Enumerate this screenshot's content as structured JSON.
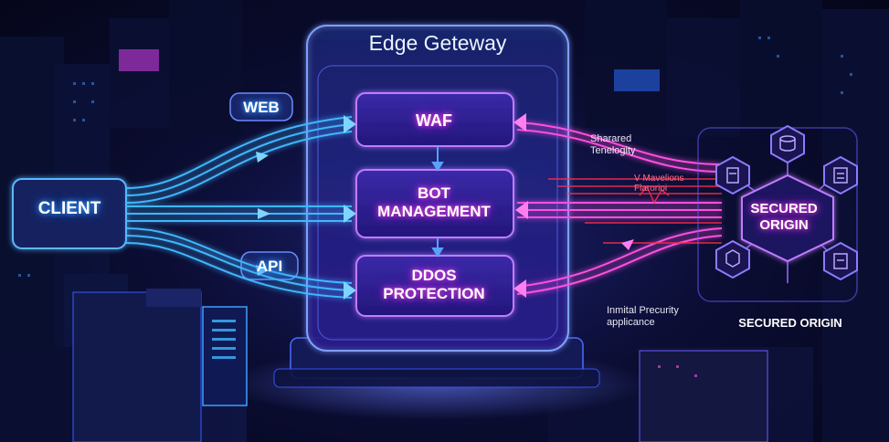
{
  "diagram": {
    "gateway_title": "Edge Geteway",
    "client": "CLIENT",
    "paths": {
      "web": "WEB",
      "api": "API"
    },
    "modules": {
      "waf": "WAF",
      "bot": [
        "BOT",
        "MANAGEMENT"
      ],
      "ddos": [
        "DDOS",
        "PROTECTION"
      ]
    },
    "origin": {
      "node_label": [
        "SECURED",
        "ORIGIN"
      ],
      "caption": "SECURED ORIGIN"
    },
    "notes": {
      "telemetry": [
        "Sharared",
        "Tenelogity"
      ],
      "malicious": [
        "V Mavelions",
        "Flarorioi"
      ],
      "security": [
        "Inmital Precurity",
        "applicance"
      ]
    }
  },
  "colors": {
    "blue_flow": "#3fb6ff",
    "pink_flow": "#ff4fe0",
    "red_flow": "#ff2a4a",
    "gateway_border": "#6f8bff",
    "module_border": "#b46bff"
  }
}
